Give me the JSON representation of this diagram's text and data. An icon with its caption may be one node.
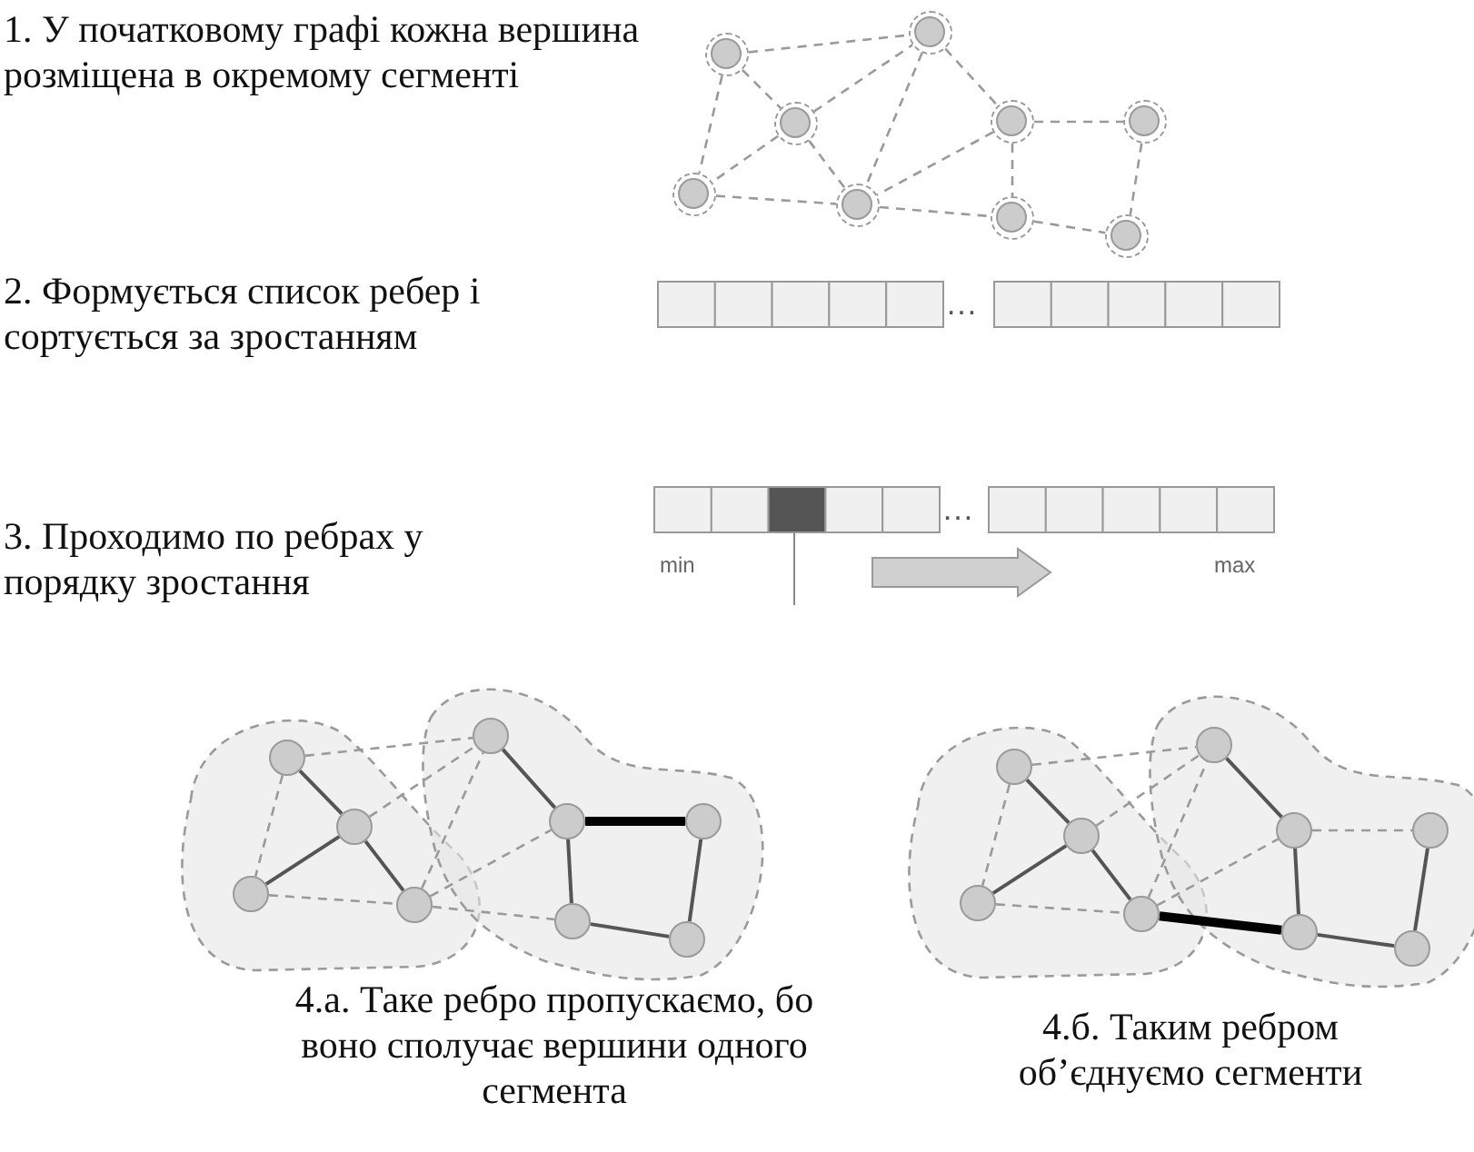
{
  "diagram": {
    "nodes": [
      {
        "text": [],
        "shape": "circle"
      },
      {
        "text": [],
        "shape": "circle"
      },
      {
        "text": [],
        "shape": "circle"
      },
      {
        "text": [],
        "shape": "circle"
      },
      {
        "text": [],
        "shape": "circle"
      },
      {
        "text": [],
        "shape": "circle"
      },
      {
        "text": [],
        "shape": "circle"
      },
      {
        "text": [],
        "shape": "circle"
      },
      {
        "text": [],
        "shape": "circle"
      },
      {
        "text": [],
        "shape": "circle"
      },
      {
        "text": [],
        "shape": "circle"
      },
      {
        "text": [],
        "shape": "circle"
      },
      {
        "text": [],
        "shape": "circle"
      },
      {
        "text": [],
        "shape": "circle"
      },
      {
        "text": [],
        "shape": "circle"
      },
      {
        "text": [],
        "shape": "circle"
      },
      {
        "text": [],
        "shape": "circle"
      },
      {
        "text": [],
        "shape": "circle"
      },
      {
        "text": [],
        "shape": "circle"
      },
      {
        "text": [],
        "shape": "circle"
      },
      {
        "text": [],
        "shape": "circle"
      },
      {
        "text": [],
        "shape": "circle"
      },
      {
        "text": [],
        "shape": "circle"
      },
      {
        "text": [],
        "shape": "circle"
      },
      {
        "text": [],
        "shape": "circle"
      },
      {
        "text": [],
        "shape": "circle"
      },
      {
        "text": [],
        "shape": "circle"
      }
    ],
    "edges": [
      {
        "from": 0,
        "to": 1,
        "arrow": "none",
        "style": "dashed"
      },
      {
        "from": 0,
        "to": 2,
        "arrow": "none",
        "style": "dashed"
      },
      {
        "from": 0,
        "to": 5,
        "arrow": "none",
        "style": "dashed"
      },
      {
        "from": 2,
        "to": 1,
        "arrow": "none",
        "style": "dashed"
      },
      {
        "from": 2,
        "to": 5,
        "arrow": "none",
        "style": "dashed"
      },
      {
        "from": 2,
        "to": 6,
        "arrow": "none",
        "style": "dashed"
      },
      {
        "from": 1,
        "to": 6,
        "arrow": "none",
        "style": "dashed"
      },
      {
        "from": 1,
        "to": 3,
        "arrow": "none",
        "style": "dashed"
      },
      {
        "from": 3,
        "to": 6,
        "arrow": "none",
        "style": "dashed"
      },
      {
        "from": 3,
        "to": 4,
        "arrow": "none",
        "style": "dashed"
      },
      {
        "from": 3,
        "to": 7,
        "arrow": "none",
        "style": "dashed"
      },
      {
        "from": 4,
        "to": 8,
        "arrow": "none",
        "style": "dashed"
      },
      {
        "from": 5,
        "to": 6,
        "arrow": "none",
        "style": "dashed"
      },
      {
        "from": 6,
        "to": 7,
        "arrow": "none",
        "style": "dashed"
      },
      {
        "from": 7,
        "to": 8,
        "arrow": "none",
        "style": "dashed"
      },
      {
        "from": 9,
        "to": 10,
        "arrow": "none"
      },
      {
        "from": 10,
        "to": 11,
        "arrow": "none"
      },
      {
        "from": 10,
        "to": 12,
        "arrow": "none"
      },
      {
        "from": 13,
        "to": 14,
        "arrow": "none"
      },
      {
        "from": 14,
        "to": 15,
        "arrow": "none",
        "style": "thick",
        "color": "#000000"
      },
      {
        "from": 14,
        "to": 16,
        "arrow": "none"
      },
      {
        "from": 16,
        "to": 17,
        "arrow": "none"
      },
      {
        "from": 15,
        "to": 17,
        "arrow": "none"
      },
      {
        "from": 9,
        "to": 11,
        "arrow": "none",
        "style": "dashed"
      },
      {
        "from": 9,
        "to": 13,
        "arrow": "none",
        "style": "dashed"
      },
      {
        "from": 10,
        "to": 13,
        "arrow": "none",
        "style": "dashed"
      },
      {
        "from": 11,
        "to": 12,
        "arrow": "none",
        "style": "dashed"
      },
      {
        "from": 12,
        "to": 13,
        "arrow": "none",
        "style": "dashed"
      },
      {
        "from": 12,
        "to": 14,
        "arrow": "none",
        "style": "dashed"
      },
      {
        "from": 12,
        "to": 16,
        "arrow": "none",
        "style": "dashed"
      },
      {
        "from": 18,
        "to": 19,
        "arrow": "none"
      },
      {
        "from": 19,
        "to": 20,
        "arrow": "none"
      },
      {
        "from": 19,
        "to": 21,
        "arrow": "none"
      },
      {
        "from": 22,
        "to": 23,
        "arrow": "none"
      },
      {
        "from": 23,
        "to": 25,
        "arrow": "none"
      },
      {
        "from": 25,
        "to": 26,
        "arrow": "none"
      },
      {
        "from": 24,
        "to": 26,
        "arrow": "none"
      },
      {
        "from": 21,
        "to": 25,
        "arrow": "none",
        "style": "thick",
        "color": "#000000"
      },
      {
        "from": 18,
        "to": 20,
        "arrow": "none",
        "style": "dashed"
      },
      {
        "from": 18,
        "to": 22,
        "arrow": "none",
        "style": "dashed"
      },
      {
        "from": 19,
        "to": 22,
        "arrow": "none",
        "style": "dashed"
      },
      {
        "from": 20,
        "to": 21,
        "arrow": "none",
        "style": "dashed"
      },
      {
        "from": 21,
        "to": 22,
        "arrow": "none",
        "style": "dashed"
      },
      {
        "from": 21,
        "to": 23,
        "arrow": "none",
        "style": "dashed"
      },
      {
        "from": 23,
        "to": 24,
        "arrow": "none",
        "style": "dashed"
      }
    ],
    "labels": [
      "1. У початковому графі кожна вершина розміщена в окремому сегменті",
      "2. Формується список ребер і сортується за зростанням",
      "…",
      "3. Проходимо по ребрах у порядку зростання",
      "…",
      "min",
      "max",
      "4.а. Таке ребро пропускаємо, бо воно сполучає вершини одного сегмента",
      "4.б. Таким ребром об’єднуємо сегменти"
    ]
  }
}
